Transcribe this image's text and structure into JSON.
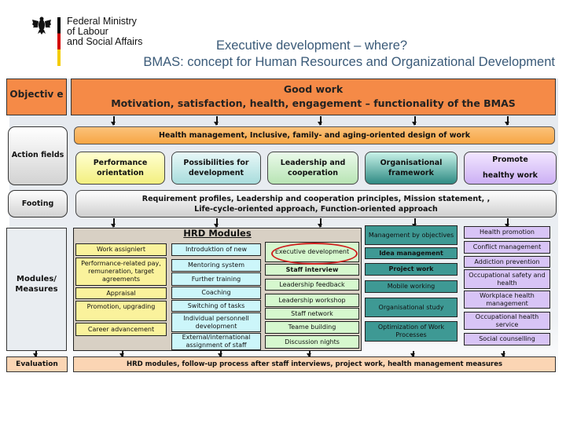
{
  "header": {
    "logo_lines": [
      "Federal Ministry",
      "of Labour",
      "and Social Affairs"
    ],
    "flag_colors": [
      "#000000",
      "#d40000",
      "#f4cc00"
    ],
    "title": "Executive development – where?",
    "subtitle": "BMAS: concept for Human Resources and Organizational Development"
  },
  "objective": {
    "label": "Objectiv e",
    "line1": "Good work",
    "line2": "Motivation, satisfaction, health, engagement – functionality of the BMAS"
  },
  "health_bar": "Health management, Inclusive, family- and aging-oriented design of work",
  "action_fields": {
    "label": "Action fields",
    "items": [
      {
        "line1": "Performance",
        "line2": "orientation"
      },
      {
        "line1": "Possibilities for",
        "line2": "development"
      },
      {
        "line1": "Leadership and",
        "line2": "cooperation"
      },
      {
        "line1": "Organisational",
        "line2": "framework"
      },
      {
        "line1": "Promote",
        "line2": "healthy work"
      }
    ]
  },
  "footing": {
    "label": "Footing",
    "line1": "Requirement profiles, Leadership and cooperation principles, Mission statement, ,",
    "line2": "Life-cycle-oriented approach, Function-oriented approach"
  },
  "modules": {
    "label_line1": "Modules/",
    "label_line2": "Measures",
    "hrd_title": "HRD Modules",
    "col_performance": [
      "Work assigniert",
      "Performance-related pay, remuneration, target agreements",
      "Appraisal",
      "Promotion, upgrading",
      "Career advancement"
    ],
    "col_development": [
      "Introduktion of new",
      "Mentoring system",
      "Further training",
      "Coaching",
      "Switching of tasks",
      "Individual personnell development",
      "External/international assignment of staff"
    ],
    "col_leadership": [
      "Executive development",
      "Staff interview",
      "Leadership feedback",
      "Leadership workshop",
      "Staff network",
      "Teame building",
      "Discussion nights"
    ],
    "col_organisation": [
      "Management by objectives",
      "Idea management",
      "Project work",
      "Mobile working",
      "Organisational study",
      "Optimization of Work Processes"
    ],
    "col_health": [
      "Health promotion",
      "Conflict management",
      "Addiction prevention",
      "Occupational safety and health",
      "Workplace health management",
      "Occupational health service",
      "Social counselling"
    ],
    "highlighted": "Executive development",
    "highlight_color": "#d02020"
  },
  "evaluation": {
    "label": "Evaluation",
    "text": "HRD modules, follow-up process after staff interviews, project work, health management measures"
  }
}
